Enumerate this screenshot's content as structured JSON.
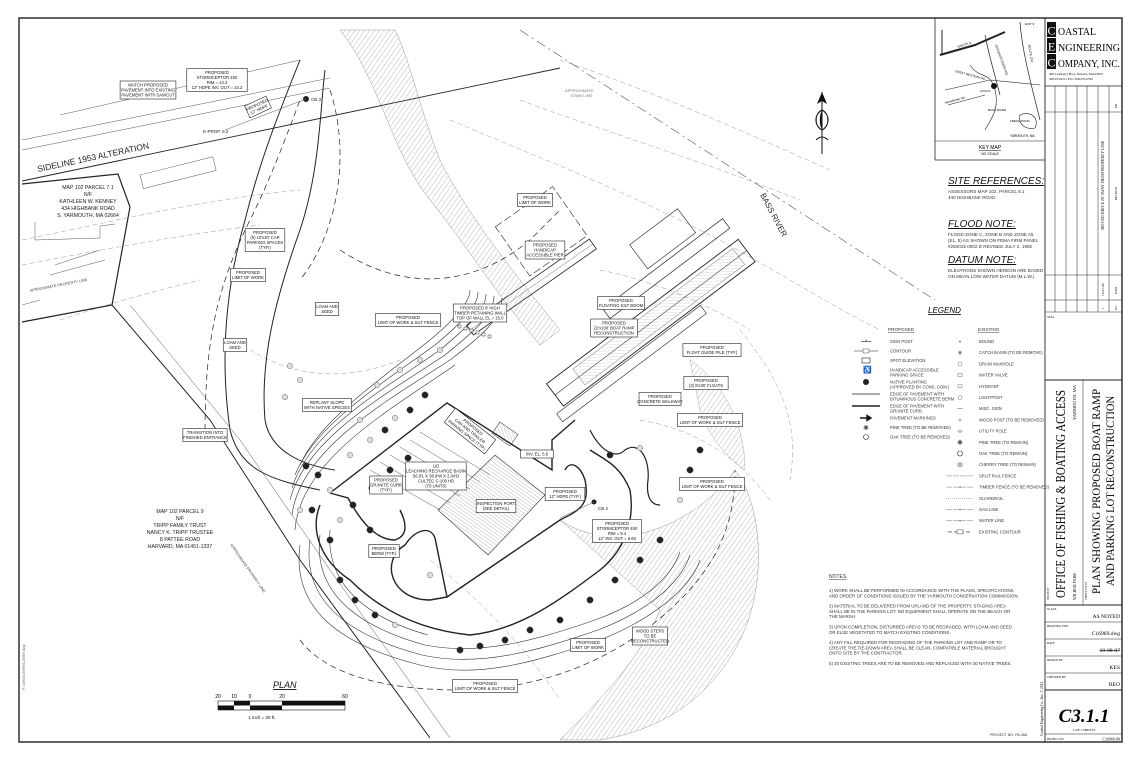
{
  "company": {
    "initials": [
      "C",
      "E",
      "C"
    ],
    "name_lines": [
      "OASTAL",
      "NGINEERING",
      "OMPANY, INC."
    ],
    "address": "260 Cranberry Hwy. Orleans, MA 02653",
    "phone": "508.255.6511 Fax: 508.255.6700"
  },
  "revisions": {
    "rows": [
      {
        "no": "1",
        "date": "10-27-08",
        "description": "MOVED DRIVE 20' AWAY FROM PROPERTY LINE",
        "by": "KB"
      }
    ],
    "headers": {
      "no": "NO.",
      "date": "DATE",
      "description": "REVISION",
      "by": "BY"
    }
  },
  "key_map": {
    "title": "KEY MAP",
    "subtitle": "NO SCALE",
    "labels": [
      "ROUTE 6",
      "OLD BASS RIVER RD.",
      "ROUTE 134",
      "EXIT 9",
      "GREAT WESTERN RD.",
      "HIGHBANK RD.",
      "LOCUS",
      "BASS RIVER",
      "FRESH POND",
      "YARMOUTH, MA"
    ]
  },
  "site_references": {
    "heading": "SITE REFERENCES:",
    "lines": [
      "ASSESSORS MAP 102,    PARCEL 8.1",
      "440 HIGHBANK ROAD"
    ]
  },
  "flood_note": {
    "heading": "FLOOD NOTE:",
    "lines": [
      "FLOOD ZONE C, ZONE B AND ZONE A5",
      "(EL. 5) AS SHOWN ON FEMA FIRM PANEL",
      "#250015 0002 D REVISED JULY 2, 1992"
    ]
  },
  "datum_note": {
    "heading": "DATUM NOTE:",
    "lines": [
      "ELEVATIONS SHOWN HEREON ARE BASED",
      "ON MEAN LOW WATER DATUM (M.L.W.)"
    ]
  },
  "legend": {
    "title": "LEGEND",
    "proposed_header": "PROPOSED",
    "existing_header": "EXISTING",
    "proposed": [
      {
        "icon": "sign-post-icon",
        "label": [
          "SIGN POST"
        ]
      },
      {
        "icon": "contour-icon",
        "label": [
          "CONTOUR"
        ]
      },
      {
        "icon": "spot-elevation-icon",
        "label": [
          "SPOT ELEVATION"
        ]
      },
      {
        "icon": "handicap-icon",
        "label": [
          "HANDICAP ACCESSIBLE",
          "PARKING SPACE"
        ]
      },
      {
        "icon": "native-planting-icon",
        "label": [
          "NATIVE PLANTING",
          "(APPROVED BY CONS. COM.)"
        ]
      },
      {
        "icon": "berm-edge-icon",
        "label": [
          "EDGE OF PAVEMENT WITH",
          "BITUMINOUS CONCRETE BERM"
        ]
      },
      {
        "icon": "granite-curb-icon",
        "label": [
          "EDGE OF PAVEMENT WITH",
          "GRANITE CURB"
        ]
      },
      {
        "icon": "pavement-arrow-icon",
        "label": [
          "PAVEMENT MARKINGS"
        ]
      },
      {
        "icon": "pine-tree-remove-icon",
        "label": [
          "PINE TREE (TO BE REMOVED)"
        ]
      },
      {
        "icon": "oak-tree-remove-icon",
        "label": [
          "OAK TREE (TO BE REMOVED)"
        ]
      }
    ],
    "existing": [
      {
        "icon": "bound-icon",
        "label": "BOUND"
      },
      {
        "icon": "catch-basin-icon",
        "label": "CATCH BASIN (TO BE REMOVE)"
      },
      {
        "icon": "drain-manhole-icon",
        "label": "DRAIN MANHOLE"
      },
      {
        "icon": "water-valve-icon",
        "label": "WATER VALVE"
      },
      {
        "icon": "hydrant-icon",
        "label": "HYDRANT"
      },
      {
        "icon": "lightpost-icon",
        "label": "LIGHTPOST"
      },
      {
        "icon": "misc-sign-icon",
        "label": "MISC. SIGN"
      },
      {
        "icon": "wood-post-icon",
        "label": "WOOD POST (TO BE REMOVED)"
      },
      {
        "icon": "utility-pole-icon",
        "label": "UTILITY POLE"
      },
      {
        "icon": "pine-tree-remain-icon",
        "label": "PINE TREE (TO REMAIN)"
      },
      {
        "icon": "oak-tree-remain-icon",
        "label": "OAK TREE (TO REMAIN)"
      },
      {
        "icon": "cherry-tree-remain-icon",
        "label": "CHERRY TREE (TO REMAIN)"
      },
      {
        "icon": "split-rail-fence-icon",
        "label": "SPLIT RAIL FENCE"
      },
      {
        "icon": "timber-fence-icon",
        "label": "TIMBER FENCE (TO BE REMOVED)"
      },
      {
        "icon": "guardrail-icon",
        "label": "GUARDRAIL"
      },
      {
        "icon": "gas-line-icon",
        "label": "GAS LINE"
      },
      {
        "icon": "water-line-icon",
        "label": "WATER LINE"
      },
      {
        "icon": "existing-contour-icon",
        "label": "EXISTING CONTOUR"
      }
    ]
  },
  "notes": {
    "heading": "NOTES",
    "items": [
      [
        "1) WORK SHALL BE PERFORMED IN ACCORDANCE WITH THE PLANS, SPECIFICATIONS",
        "AND ORDER OF CONDITIONS ISSUED BY THE YARMOUTH CONSERVATION COMMISSION."
      ],
      [
        "2) MATERIAL TO BE DELIVERED FROM UPLAND OF THE PROPERTY.  STAGING AREA",
        "SHALL BE IN THE PARKING LOT. NO EQUIPMENT SHALL OPERATE ON THE BEACH OR",
        "THE MARSH."
      ],
      [
        "3) UPON COMPLETION, DISTURBED AREAS TO BE REGRADED, WITH LOAM AND SEED",
        "OR ELSE VEGETATED TO MATCH EXISTING CONDITIONS."
      ],
      [
        "4) ANY FILL REQUIRED FOR REGRADING OF THE PARKING LOT AND RAMP OR TO",
        "CREATE THE TIE-DOWN AREA SHALL BE CLEAN, COMPATIBLE MATERIAL BROUGHT",
        "ONTO SITE BY THE CONTRACTOR."
      ],
      [
        "5) 30 EXISTING TREES ARE TO BE REMOVED AND REPLACED WITH 30 NATIVE TREES."
      ]
    ],
    "project_ref": "PROJECT NO. PA-368"
  },
  "title_block": {
    "seal_label": "SEAL",
    "project_label": "PROJECT",
    "project_name": "OFFICE OF FISHING & BOATING ACCESS",
    "project_site": "WILBUR PARK",
    "project_town": "YARMOUTH, MA",
    "sheet_title_label": "SHEET TITLE",
    "sheet_title_lines": [
      "PLAN SHOWING PROPOSED BOAT RAMP",
      "AND PARKING LOT RECONSTRUCTION"
    ],
    "fields": [
      {
        "label": "SCALE",
        "value": "AS NOTED"
      },
      {
        "label": "DRAWING FILE",
        "value": "C16969.dwg"
      },
      {
        "label": "DATE",
        "value": "10-08-07"
      },
      {
        "label": "DRAWN BY",
        "value": "KES"
      },
      {
        "label": "CHECKED BY",
        "value": "REO"
      }
    ],
    "copyright": "Coastal Engineering Co., Inc. © 2011",
    "sheet_number": "C3.1.1",
    "sheet_count": "1 OF 1 SHEETS",
    "project_no_label": "PROJECT NO.",
    "project_no": "C16969.00"
  },
  "plan": {
    "title": "PLAN",
    "scale_ticks": [
      "20",
      "10",
      "0",
      "20",
      "60"
    ],
    "scale_text": "1 inch = 20 ft.",
    "file_path": "P:\\16900\\16969\\C16969.dwg"
  },
  "parcels": [
    {
      "lines": [
        "MAP 102 PARCEL 7.1",
        "N/F",
        "KATHLEEN W. KENNEY",
        "434 HIGHBANK ROAD",
        "S. YARMOUTH, MA 02664"
      ]
    },
    {
      "lines": [
        "MAP 102 PARCEL 9",
        "N/F",
        "TRIPP FAMILY TRUST",
        "NANCY K. TRIPP TRUSTEE",
        "8 PATTEE ROAD",
        "HARVARD, MA 01451-1337"
      ]
    }
  ],
  "site_labels": {
    "sideline": "SIDELINE 1953 ALTERATION",
    "river": "BASS RIVER",
    "town_line": [
      "APPROXIMATE",
      "TOWN LINE"
    ],
    "property_line": "APPROXIMATE PROPERTY LINE",
    "cb3": "CB 3",
    "cb2": "CB 2",
    "e_prop": "E-PROP. 9.2"
  },
  "callouts": [
    [
      "WATCH PROPOSED",
      "PAVEMENT INTO EXISTING",
      "PAVEMENT WITH SAWCUT"
    ],
    [
      "PROPOSED",
      "STORMCEPTOR 450",
      "RIM = 14.2",
      "12\" HDPE INV. OUT = 10.2"
    ],
    [
      "PROPOSED",
      "12\" HDPE"
    ],
    [
      "PROPOSED",
      "(5) 10'x20' CAR",
      "PARKING SPACES",
      "(TYP.)"
    ],
    [
      "PROPOSED",
      "LIMIT OF WORK"
    ],
    [
      "LOAM AND",
      "SEED"
    ],
    [
      "LOAM AND",
      "SEED"
    ],
    [
      "PROPOSED",
      "LIMIT OF WORK & SILT FENCE"
    ],
    [
      "PROPOSED",
      "LIMIT OF WORK"
    ],
    [
      "PROPOSED",
      "HANDICAP",
      "ACCESSIBLE PIER"
    ],
    [
      "PROPOSED 8' HIGH",
      "TIMBER RETAINING WALL",
      "TOP OF WALL EL.= 15.0"
    ],
    [
      "PROPOSED",
      "FLOATING SILT BOOM"
    ],
    [
      "PROPOSED",
      "22'x100' BOAT RAMP",
      "RECONSTRUCTION"
    ],
    [
      "PROPOSED",
      "FLOAT GUIDE PILE (TYP.)"
    ],
    [
      "PROPOSED",
      "(3) 8'x30' FLOATS"
    ],
    [
      "PROPOSED",
      "CONCRETE WALKWAY"
    ],
    [
      "REPLANT SLOPE",
      "WITH NATIVE SPECIES"
    ],
    [
      "TRANSITION INTO",
      "FINISHED ENTRANCE"
    ],
    [
      "PROPOSED",
      "CAR AND TRAILER",
      "PARKING SPACE (TYP.)"
    ],
    [
      "LID",
      "LEACHING RECHARGE BASIN",
      "56.8'L X 38.9'W X 2.04'D",
      "CULTEC C-100 HD",
      "(70 UNITS)"
    ],
    [
      "PROPOSED",
      "GRANITE CURB",
      "(TYP.)"
    ],
    [
      "INSPECTION PORT",
      "(SEE DETAIL)"
    ],
    [
      "INV. EL. 5.6"
    ],
    [
      "PROPOSED",
      "12\" HDPE (TYP.)"
    ],
    [
      "PROPOSED",
      "STORMCEPTOR 450",
      "RIM = 9.4",
      "12\" INV. OUT = 6.60"
    ],
    [
      "PROPOSED",
      "BERM (TYP.)"
    ],
    [
      "PROPOSED",
      "LIMIT OF WORK & SILT FENCE"
    ],
    [
      "PROPOSED",
      "LIMIT OF WORK & SILT FENCE"
    ],
    [
      "PROPOSED",
      "LIMIT OF WORK"
    ],
    [
      "WOOD STEPS",
      "TO BE",
      "RECONSTRUCTED"
    ],
    [
      "PROPOSED",
      "LIMIT OF WORK & SILT FENCE"
    ]
  ],
  "colors": {
    "ink": "#222222",
    "hatch": "#bbbbbb",
    "paper": "#ffffff"
  }
}
